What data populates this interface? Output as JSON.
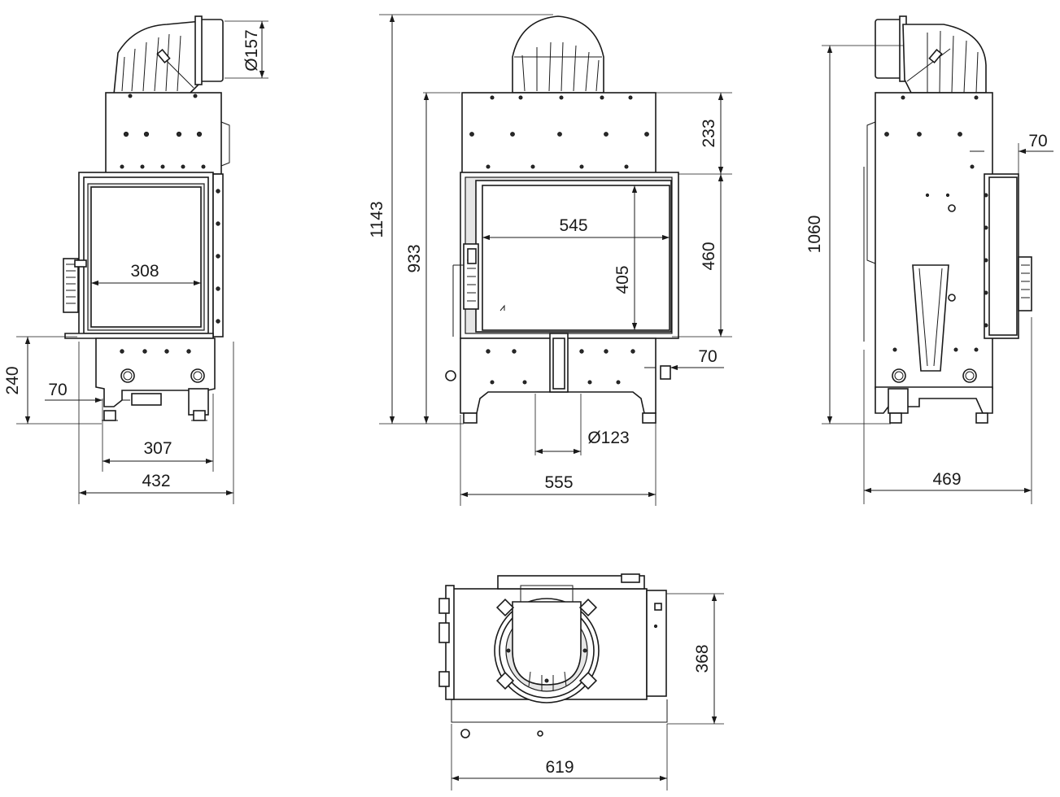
{
  "dimensions": {
    "front_outlet_diameter": "Ø157",
    "front_glass_width": "308",
    "front_bottom_height": "240",
    "front_side_offset": "70",
    "front_base_width": "307",
    "front_total_width": "432",
    "side_total_height": "1143",
    "side_body_height": "933",
    "side_top_height": "233",
    "side_door_height": "460",
    "side_glass_width": "545",
    "side_glass_height": "405",
    "side_lower_offset": "70",
    "side_inlet_diameter": "Ø123",
    "side_total_width": "555",
    "back_total_height": "1060",
    "back_offset": "70",
    "back_total_width": "469",
    "top_depth": "368",
    "top_total_width": "619"
  },
  "colors": {
    "line": "#1a1a1a",
    "background": "#ffffff"
  },
  "views": [
    "front-view",
    "side-view",
    "back-view",
    "top-view"
  ]
}
